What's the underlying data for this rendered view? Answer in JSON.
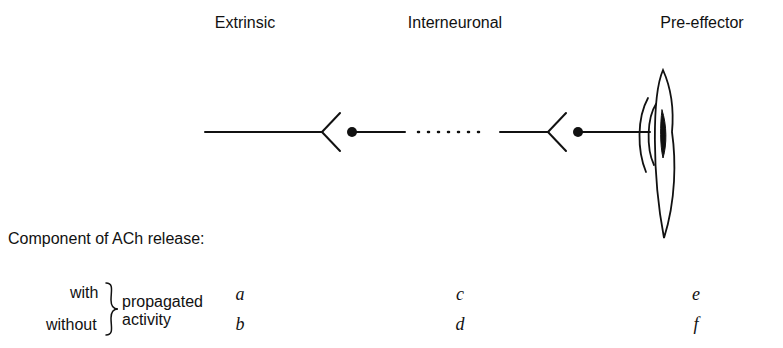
{
  "diagram": {
    "labels": [
      "Extrinsic",
      "Interneuronal",
      "Pre-effector",
      "Component of ACh release:",
      "with",
      "without",
      "propagated activity",
      "a",
      "b",
      "c",
      "d",
      "e",
      "f"
    ]
  }
}
